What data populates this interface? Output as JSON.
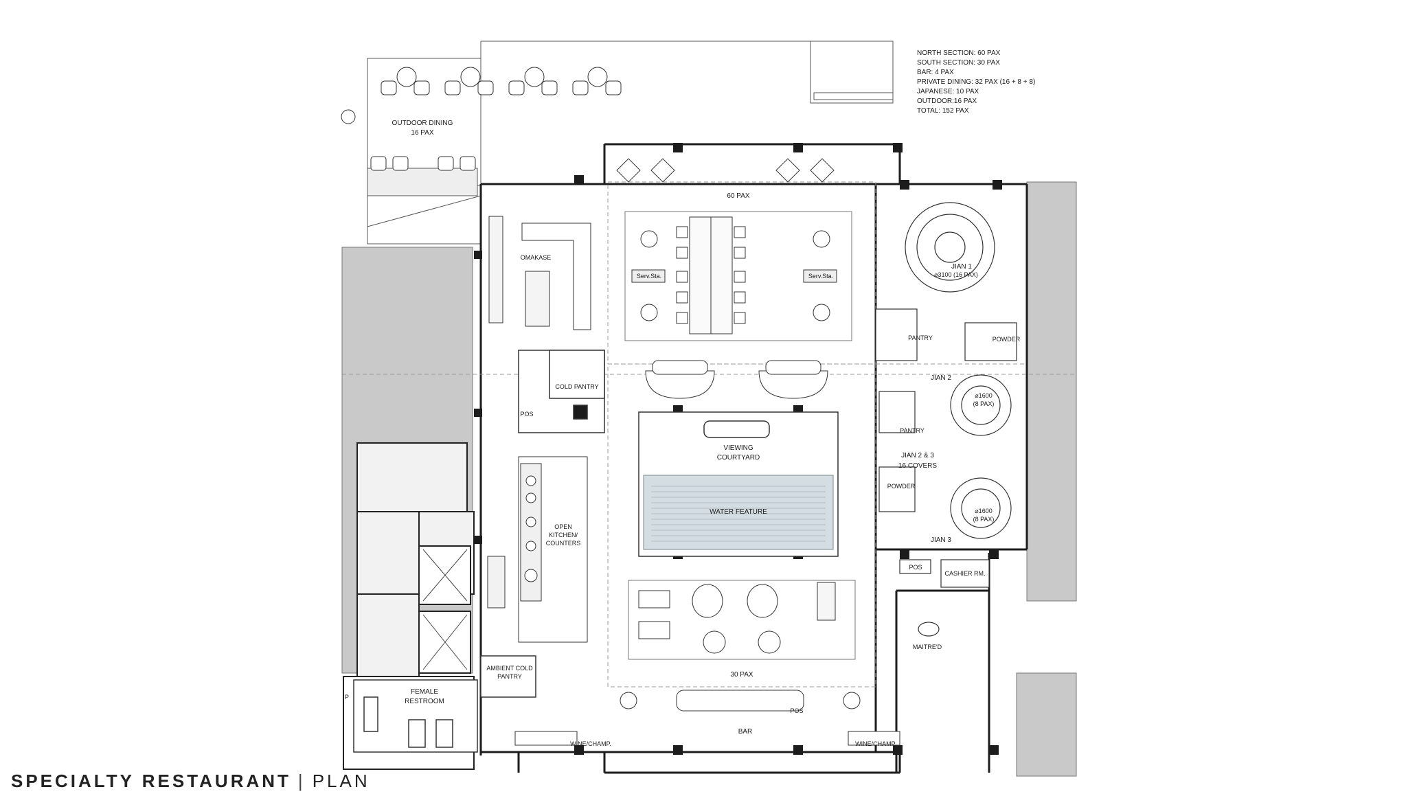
{
  "caption": {
    "title": "SPECIALTY RESTAURANT",
    "separator": "|",
    "subtitle": "PLAN"
  },
  "capacity_notes": [
    "NORTH SECTION: 60 PAX",
    "SOUTH SECTION: 30 PAX",
    "BAR: 4 PAX",
    "PRIVATE DINING: 32 PAX (16 + 8 + 8)",
    "JAPANESE: 10 PAX",
    "OUTDOOR:16 PAX",
    "TOTAL: 152 PAX"
  ],
  "rooms": {
    "outdoor_dining": "OUTDOOR DINING",
    "outdoor_pax": "16 PAX",
    "north_pax": "60 PAX",
    "omakase": "OMAKASE",
    "serv_sta_left": "Serv.Sta.",
    "serv_sta_right": "Serv.Sta.",
    "cold_pantry": "COLD PANTRY",
    "pos_left": "POS",
    "viewing_courtyard_1": "VIEWING",
    "viewing_courtyard_2": "COURTYARD",
    "water_feature": "WATER FEATURE",
    "open_kitchen_1": "OPEN",
    "open_kitchen_2": "KITCHEN/",
    "open_kitchen_3": "COUNTERS",
    "south_pax": "30 PAX",
    "ambient_1": "AMBIENT COLD",
    "ambient_2": "PANTRY",
    "female_1": "FEMALE",
    "female_2": "RESTROOM",
    "bar": "BAR",
    "pos_bar": "POS",
    "wine_left": "WINE/CHAMP.",
    "wine_right": "WINE/CHAMP.",
    "jian1_1": "JIAN 1",
    "jian1_2": "⌀3100 (16 PAX)",
    "pantry_1": "PANTRY",
    "powder_1": "POWDER",
    "jian2": "JIAN 2",
    "jian2_table_1": "⌀1600",
    "jian2_table_2": "(8 PAX)",
    "pantry_2": "PANTRY",
    "jian23_1": "JIAN 2 & 3",
    "jian23_2": "16 COVERS",
    "powder_2": "POWDER",
    "jian3_table_1": "⌀1600",
    "jian3_table_2": "(8 PAX)",
    "jian3": "JIAN 3",
    "pos_cashier": "POS",
    "cashier": "CASHIER RM.",
    "maitred": "MAITRE'D",
    "p_cut": "P"
  },
  "colors": {
    "wall": "#1c1c1c",
    "neighbor": "#c9c9c9",
    "water": "#d4dde2",
    "line": "#3a3a3a"
  }
}
